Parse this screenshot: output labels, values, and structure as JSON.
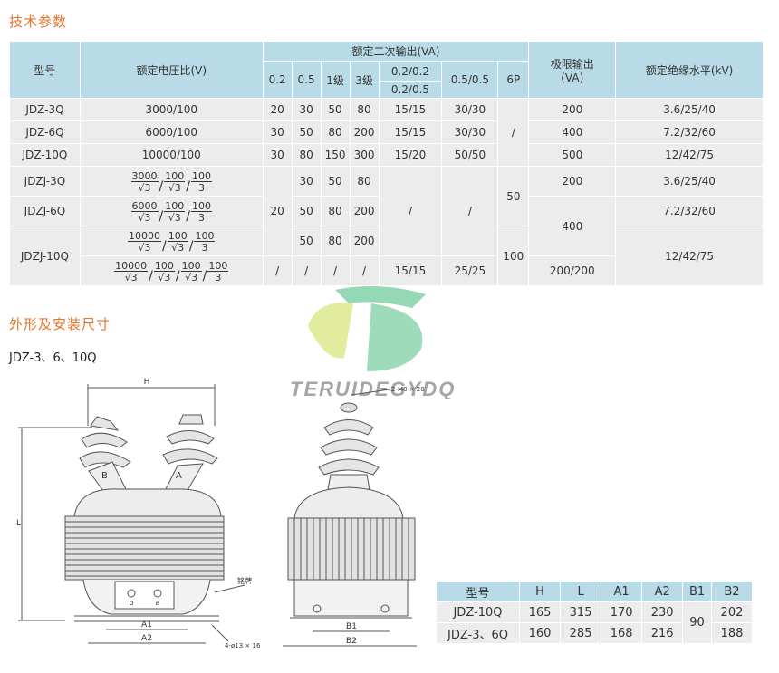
{
  "titles": {
    "spec": "技术参数",
    "outline": "外形及安装尺寸",
    "outline_sub": "JDZ-3、6、10Q"
  },
  "spec_table": {
    "headers": {
      "model": "型号",
      "ratio": "额定电压比(V)",
      "secondary": "额定二次输出(VA)",
      "limit": "极限输出",
      "limit_unit": "(VA)",
      "insulation": "额定绝缘水平(kV)",
      "c02": "0.2",
      "c05": "0.5",
      "c1": "1级",
      "c3": "3级",
      "c0202a": "0.2/0.2",
      "c0202b": "0.2/0.5",
      "c0505": "0.5/0.5",
      "c6p": "6P"
    },
    "rows": {
      "r1": {
        "model": "JDZ-3Q",
        "ratio": "3000/100",
        "v02": "20",
        "v05": "30",
        "v1": "50",
        "v3": "80",
        "v0202": "15/15",
        "v0505": "30/30",
        "limit": "200",
        "ins": "3.6/25/40"
      },
      "r2": {
        "model": "JDZ-6Q",
        "ratio": "6000/100",
        "v02": "30",
        "v05": "50",
        "v1": "80",
        "v3": "200",
        "v0202": "15/15",
        "v0505": "30/30",
        "limit": "400",
        "ins": "7.2/32/60"
      },
      "r3": {
        "model": "JDZ-10Q",
        "ratio": "10000/100",
        "v02": "30",
        "v05": "80",
        "v1": "150",
        "v3": "300",
        "v0202": "15/20",
        "v0505": "50/50",
        "limit": "500",
        "ins": "12/42/75"
      },
      "r4": {
        "model": "JDZJ-3Q",
        "n1": "3000",
        "n2": "100",
        "n3": "100",
        "d1": "√3",
        "d2": "√3",
        "d3": "3",
        "v05": "30",
        "v1": "50",
        "v3": "80",
        "limit": "200",
        "ins": "3.6/25/40"
      },
      "r5": {
        "model": "JDZJ-6Q",
        "n1": "6000",
        "n2": "100",
        "n3": "100",
        "d1": "√3",
        "d2": "√3",
        "d3": "3",
        "v02": "20",
        "v05": "50",
        "v1": "80",
        "v3": "200",
        "v0202": "/",
        "v0505": "/",
        "ins": "7.2/32/60"
      },
      "r6": {
        "model": "JDZJ-10Q",
        "n1": "10000",
        "n2": "100",
        "n3": "100",
        "d1": "√3",
        "d2": "√3",
        "d3": "3",
        "v05": "50",
        "v1": "80",
        "v3": "200",
        "limit": "400",
        "ins": "12/42/75"
      },
      "r7": {
        "n1": "10000",
        "n2": "100",
        "n3": "100",
        "n4": "100",
        "d1": "√3",
        "d2": "√3",
        "d3": "√3",
        "d4": "3",
        "v02": "/",
        "v05": "/",
        "v1": "/",
        "v3": "/",
        "v0202": "15/15",
        "v0505": "25/25",
        "limit": "200/200"
      },
      "c6p_top": "/",
      "c6p_mid": "50",
      "c6p_bot": "100"
    }
  },
  "watermark": {
    "text": "TERUIDEGYDQ"
  },
  "drawing_labels": {
    "H": "H",
    "L": "L",
    "A": "A",
    "B": "B",
    "a": "a",
    "b": "b",
    "A1": "A1",
    "A2": "A2",
    "B1": "B1",
    "B2": "B2",
    "nameplate": "铭牌",
    "holes": "4-ø13 × 16",
    "bolt": "2-M8 × 20"
  },
  "dim_table": {
    "headers": [
      "型号",
      "H",
      "L",
      "A1",
      "A2",
      "B1",
      "B2"
    ],
    "rows": [
      {
        "model": "JDZ-10Q",
        "H": "165",
        "L": "315",
        "A1": "170",
        "A2": "230",
        "B2": "202"
      },
      {
        "model": "JDZ-3、6Q",
        "H": "160",
        "L": "285",
        "A1": "168",
        "A2": "216",
        "B2": "188"
      }
    ],
    "B1_shared": "90"
  },
  "colors": {
    "accent": "#e8742c",
    "header_bg": "#b9dbe8",
    "body_bg": "#ececec",
    "logo_green": "#3cb878"
  }
}
